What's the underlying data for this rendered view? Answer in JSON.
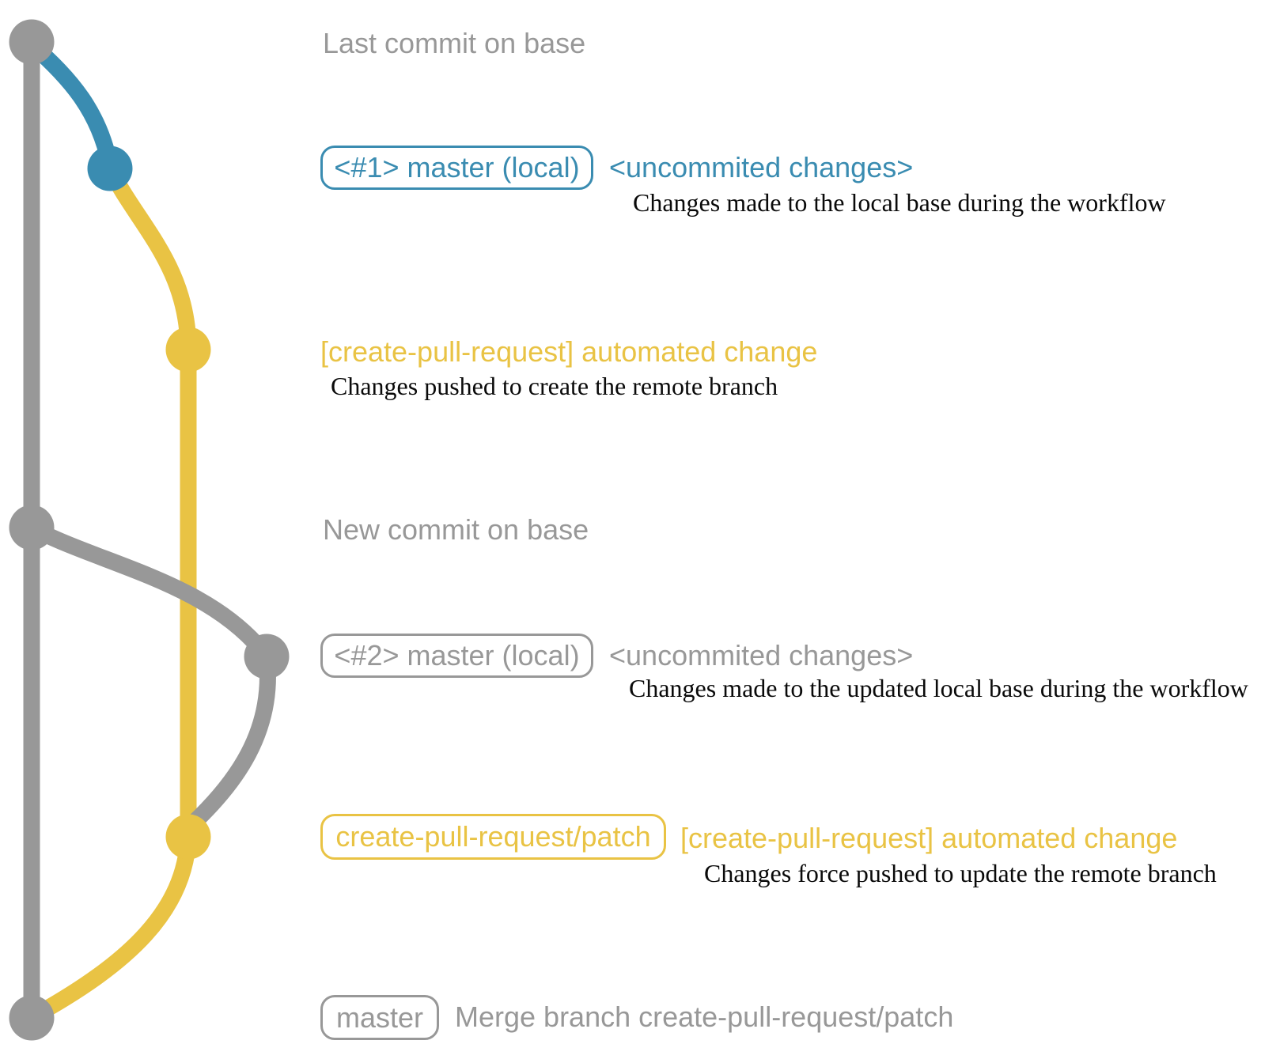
{
  "colors": {
    "gray": "#989898",
    "blue": "#3A8CB1",
    "yellow": "#E9C344",
    "note_text": "#0a0a0a",
    "background": "#ffffff"
  },
  "rows": {
    "row1": {
      "title": "Last commit on base"
    },
    "row2": {
      "branch_label": "<#1> master (local)",
      "message": "<uncommited changes>",
      "note": "Changes made to the local base during the workflow"
    },
    "row3": {
      "message": "[create-pull-request] automated change",
      "note": "Changes pushed to create the remote branch"
    },
    "row4": {
      "title": "New commit on base"
    },
    "row5": {
      "branch_label": "<#2> master (local)",
      "message": "<uncommited changes>",
      "note": "Changes made to the updated local base during the workflow"
    },
    "row6": {
      "branch_label": "create-pull-request/patch",
      "message": "[create-pull-request] automated change",
      "note": "Changes force pushed to update the remote branch"
    },
    "row7": {
      "branch_label": "master",
      "message": "Merge branch create-pull-request/patch"
    }
  }
}
